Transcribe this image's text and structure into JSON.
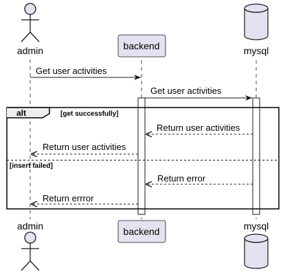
{
  "participants": {
    "admin": "admin",
    "backend": "backend",
    "mysql": "mysql"
  },
  "messages": [
    {
      "text": "Get user activities",
      "from": "admin",
      "to": "backend",
      "style": "solid"
    },
    {
      "text": "Get user activities",
      "from": "backend",
      "to": "mysql",
      "style": "solid"
    },
    {
      "text": "Return user activities",
      "from": "mysql",
      "to": "backend",
      "style": "dashed"
    },
    {
      "text": "Return user activities",
      "from": "backend",
      "to": "admin",
      "style": "dashed"
    },
    {
      "text": "Return error",
      "from": "mysql",
      "to": "backend",
      "style": "dashed"
    },
    {
      "text": "Return errror",
      "from": "backend",
      "to": "admin",
      "style": "dashed"
    }
  ],
  "alt": {
    "tag": "alt",
    "guard_success": "[get successfully]",
    "guard_failed": "[insert failed]"
  },
  "colors": {
    "participant_fill": "#E2E2F0",
    "participant_stroke": "#181818",
    "line": "#181818",
    "lifeline": "#181818"
  }
}
